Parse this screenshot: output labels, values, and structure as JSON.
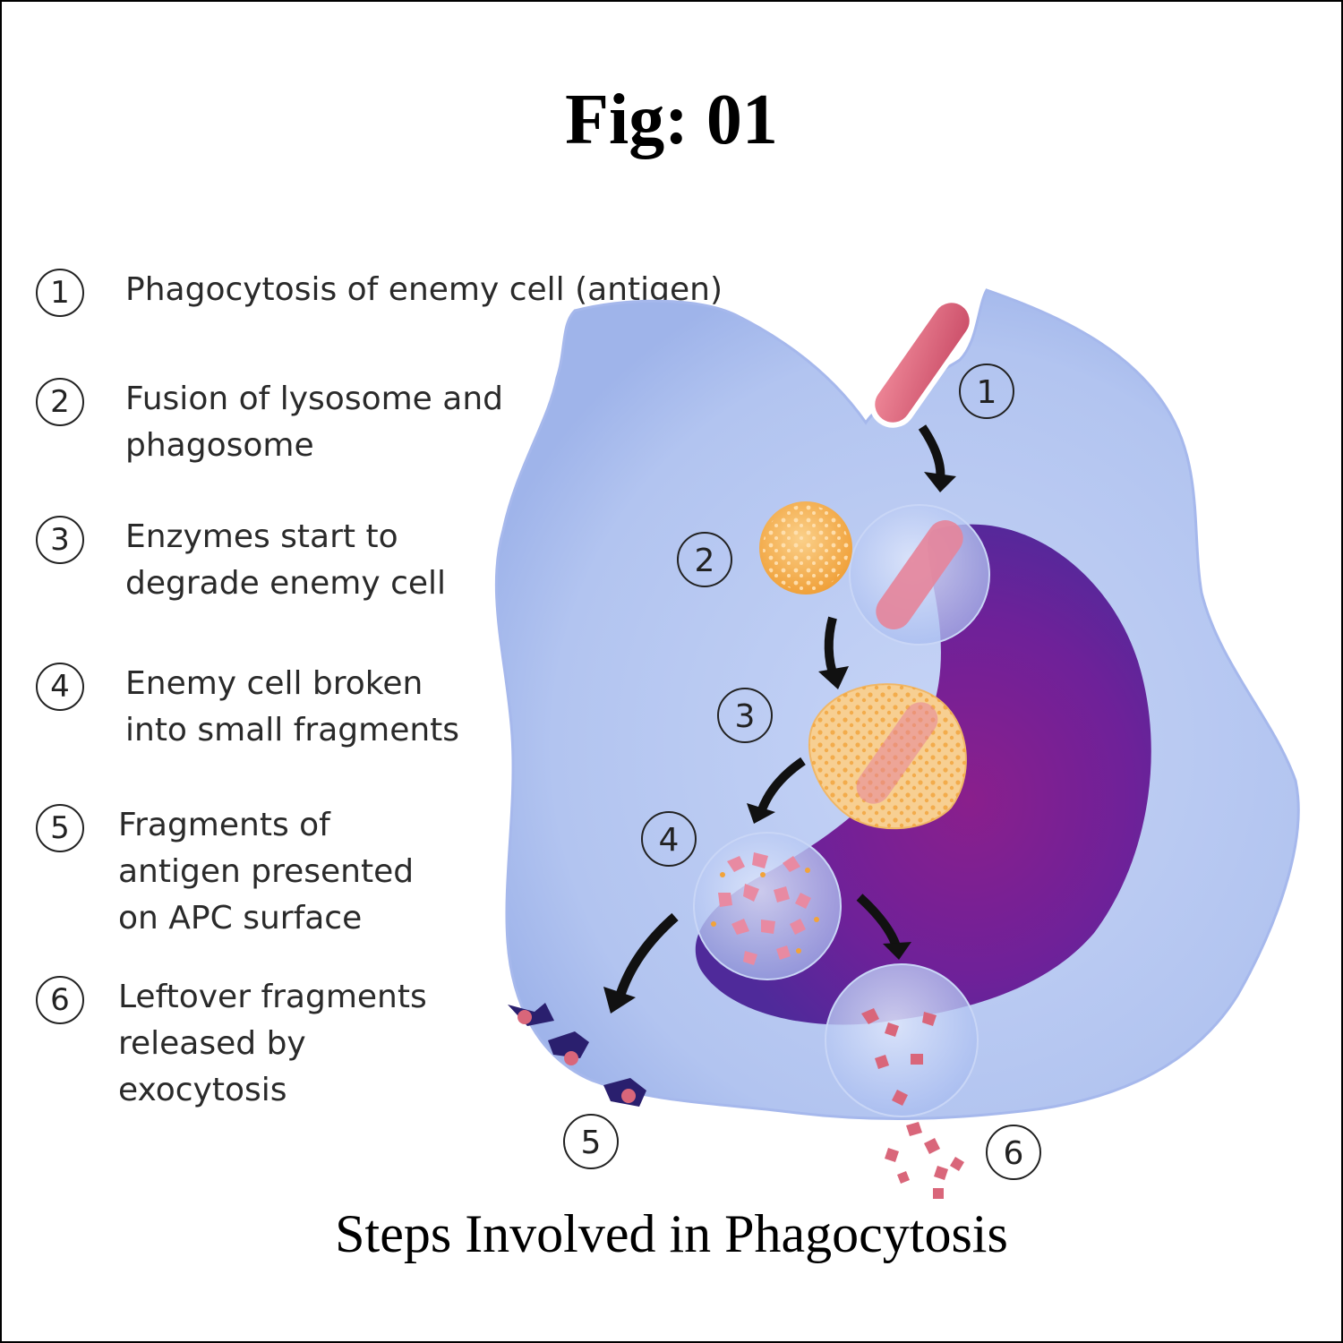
{
  "title": "Fig: 01",
  "caption": "Steps Involved in Phagocytosis",
  "legend": [
    {
      "num": "1",
      "text": "Phagocytosis of enemy cell (antigen)"
    },
    {
      "num": "2",
      "text": "Fusion of lysosome and\nphagosome"
    },
    {
      "num": "3",
      "text": "Enzymes start to\ndegrade enemy cell"
    },
    {
      "num": "4",
      "text": "Enemy cell broken\ninto small fragments"
    },
    {
      "num": "5",
      "text": "Fragments of\nantigen presented\non APC surface"
    },
    {
      "num": "6",
      "text": "Leftover fragments\nreleased by\nexocytosis"
    }
  ],
  "diagram_labels": [
    "1",
    "2",
    "3",
    "4",
    "5",
    "6"
  ],
  "colors": {
    "cell": "#b7c9f2",
    "nucleus": "#6a1e9c",
    "antigen": "#d9667a",
    "lysosome": "#f3a640",
    "fragments": "#e88aa2",
    "receptor": "#2a1f6e"
  }
}
